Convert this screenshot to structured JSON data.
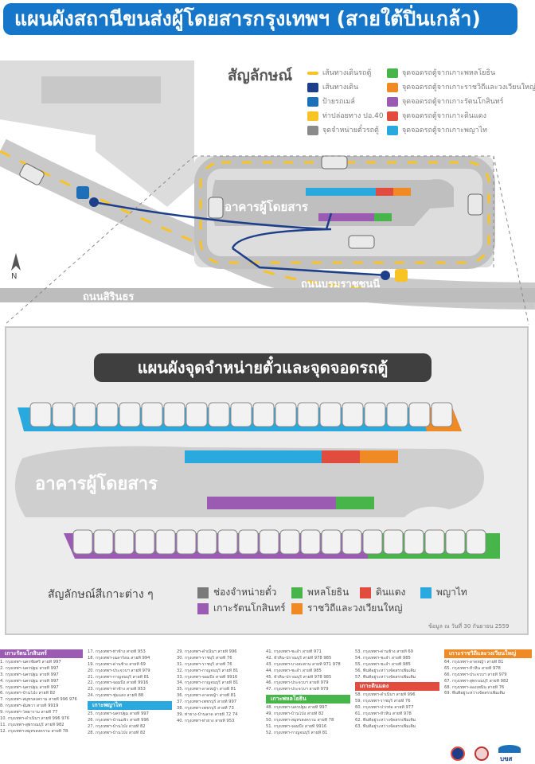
{
  "title": "แผนผังสถานีขนส่งผู้โดยสารกรุงเทพฯ (สายใต้ปิ่นเกล้า)",
  "map": {
    "legend_title": "สัญลักษณ์",
    "legend_left": [
      {
        "label": "เส้นทางเดินรถตู้",
        "icon": "yellow-dash-icon",
        "color": "#f7c325"
      },
      {
        "label": "เส้นทางเดิน",
        "icon": "walking-person-icon",
        "color": "#1d3f8a"
      },
      {
        "label": "ป้ายรถเมล์",
        "icon": "bus-stop-icon",
        "color": "#1d6fb8"
      },
      {
        "label": "ท่าปล่อยทาง ปอ.40",
        "icon": "bus-yellow-icon",
        "color": "#f7c325"
      },
      {
        "label": "จุดจำหน่ายตั๋วรถตู้",
        "icon": "ticket-icon",
        "color": "#8a8a8a"
      }
    ],
    "legend_right": [
      {
        "label": "จุดจอดรถตู้จากเกาะพหลโยธิน",
        "color": "#47b54a"
      },
      {
        "label": "จุดจอดรถตู้จากเกาะราชวิถีและวงเวียนใหญ่",
        "color": "#f08a24"
      },
      {
        "label": "จุดจอดรถตู้จากเกาะรัตนโกสินทร์",
        "color": "#9b5bb3"
      },
      {
        "label": "จุดจอดรถตู้จากเกาะดินแดง",
        "color": "#e24c3f"
      },
      {
        "label": "จุดจอดรถตู้จากเกาะพญาไท",
        "color": "#2aa9df"
      }
    ],
    "building_label": "อาคารผู้โดยสาร",
    "road_left": "ถนนสิรินธร",
    "road_right": "ถนนบรมราชชนนี",
    "north": "N"
  },
  "panel": {
    "title": "แผนผังจุดจำหน่ายตั๋วและจุดจอดรถตู้",
    "building_label": "อาคารผู้โดยสาร",
    "legend_label": "สัญลักษณ์สีเกาะต่าง ๆ",
    "legend_items": [
      {
        "label": "ช่องจำหน่ายตั๋ว",
        "color": "#7a7a7a"
      },
      {
        "label": "พหลโยธิน",
        "color": "#47b54a"
      },
      {
        "label": "ดินแดง",
        "color": "#e24c3f"
      },
      {
        "label": "พญาไท",
        "color": "#2aa9df"
      },
      {
        "label": "เกาะรัตนโกสินทร์",
        "color": "#9b5bb3"
      },
      {
        "label": "ราชวิถีและวงเวียนใหญ่",
        "color": "#f08a24"
      }
    ],
    "date_note": "ข้อมูล ณ วันที่ 30 กันยายน 2559"
  },
  "routes": {
    "col1": {
      "head": "เกาะรัตนโกสินทร์",
      "color": "#9b5bb3",
      "rows": [
        "1. กรุงเทพฯ-นครชัยศรี สายที่ 997",
        "2. กรุงเทพฯ-นครปฐม สายที่ 997",
        "3. กรุงเทพฯ-นครปฐม สายที่ 997",
        "4. กรุงเทพฯ-นครปฐม สายที่ 997",
        "5. กรุงเทพฯ-นครปฐม สายที่ 997",
        "6. กรุงเทพฯ-บ้านโป่ง สายที่ 82",
        "7. กรุงเทพฯ-สมุทรสงคราม สายที่ 996 976",
        "8. กรุงเทพฯ-อัมพวา สายที่ 9919",
        "9. กรุงเทพฯ-โพธาราม สายที่ 77",
        "10. กรุงเทพฯ-ดำเนินฯ สายที่ 996 976",
        "11. กรุงเทพฯ-สุพรรณบุรี สายที่ 982",
        "12. กรุงเทพฯ-สมุทรสงคราม สายที่ 78"
      ]
    },
    "col2": {
      "head": "เกาะพญาไท",
      "color": "#2aa9df",
      "rows": [
        "17. กรุงเทพฯ-ท่าช้าง สายที่ 953",
        "18. กรุงเทพฯ-เฉลาร้อน สายที่ 994",
        "19. กรุงเทพฯ-ด่านช้าง สายที่ 69",
        "20. กรุงเทพฯ-ประจวบฯ สายที่ 979",
        "21. กรุงเทพฯ-กาญจนบุรี สายที่ 81",
        "22. กรุงเทพฯ-จอมบึง สายที่ 9916",
        "23. กรุงเทพฯ-ท่าช้าง สายที่ 953",
        "24. กรุงเทพฯ-ชุ่มแสง สายที่ 88",
        "25. กรุงเทพฯ-นครปฐม สายที่ 997",
        "26. กรุงเทพฯ-บ้านแพ้ว สายที่ 996",
        "27. กรุงเทพฯ-บ้านโป่ง สายที่ 82",
        "28. กรุงเทพฯ-บ้านโป่ง สายที่ 82"
      ]
    },
    "col3": {
      "rows": [
        "29. กรุงเทพฯ-ดำเนินฯ สายที่ 996",
        "30. กรุงเทพฯ-ราชบุรี สายที่ 76",
        "31. กรุงเทพฯ-ราชบุรี สายที่ 76",
        "32. กรุงเทพฯ-กาญจนบุรี สายที่ 81",
        "33. กรุงเทพฯ-จอมบึง สายที่ 9916",
        "34. กรุงเทพฯ-กาญจนบุรี สายที่ 81",
        "35. กรุงเทพฯ-ลาดหญ้า สายที่ 81",
        "36. กรุงเทพฯ-ลาดหญ้า สายที่ 81",
        "37. กรุงเทพฯ-เพชรบุรี สายที่ 997",
        "38. กรุงเทพฯ-เพชรบุรี สายที่ 73",
        "39. ท่ายาง-บ้านลาด สายที่ 72 74",
        "40. กรุงเทพฯ-ท่ายาง สายที่ 953"
      ]
    },
    "col4": {
      "head": "เกาะพหลโยธิน",
      "color": "#47b54a",
      "rows": [
        "41. กรุงเทพฯ-ชะอำ สายที่ 971",
        "42. หัวหิน-ปราณบุรี สายที่ 978 985",
        "43. กรุงเทพฯ-บางสะพาน สายที่ 971 978",
        "44. กรุงเทพฯ-ชะอำ สายที่ 985",
        "45. หัวหิน-ปราณบุรี สายที่ 978 985",
        "46. กรุงเทพฯ-ประจวบฯ สายที่ 979",
        "47. กรุงเทพฯ-ประจวบฯ สายที่ 979",
        "48. กรุงเทพฯ-นครปฐม สายที่ 997",
        "49. กรุงเทพฯ-บ้านโป่ง สายที่ 82",
        "50. กรุงเทพฯ-สมุทรสงคราม สายที่ 78",
        "51. กรุงเทพฯ-จอมบึง สายที่ 9916",
        "52. กรุงเทพฯ-กาญจนบุรี สายที่ 81"
      ]
    },
    "col5": {
      "head": "เกาะดินแดง",
      "color": "#e24c3f",
      "rows": [
        "53. กรุงเทพฯ-ด่านช้าง สายที่ 69",
        "54. กรุงเทพฯ-ชะอำ สายที่ 985",
        "55. กรุงเทพฯ-ชะอำ สายที่ 985",
        "56. พื้นที่อยู่ระหว่างจัดสรรเพิ่มเติม",
        "57. พื้นที่อยู่ระหว่างจัดสรรเพิ่มเติม",
        "58. กรุงเทพฯ-ดำเนินฯ สายที่ 996",
        "59. กรุงเทพฯ-ราชบุรี สายที่ 76",
        "60. กรุงเทพฯ-ปากท่อ สายที่ 977",
        "61. กรุงเทพฯ-หัวหิน สายที่ 978",
        "62. พื้นที่อยู่ระหว่างจัดสรรเพิ่มเติม",
        "63. พื้นที่อยู่ระหว่างจัดสรรเพิ่มเติม"
      ]
    },
    "col6": {
      "head": "เกาะราชวิถีและวงเวียนใหญ่",
      "color": "#f08a24",
      "rows": [
        "64. กรุงเทพฯ-ลาดหญ้า สายที่ 81",
        "65. กรุงเทพฯ-หัวหิน สายที่ 978",
        "66. กรุงเทพฯ-ประจวบฯ สายที่ 979",
        "67. กรุงเทพฯ-สุพรรณบุรี สายที่ 982",
        "68. กรุงเทพฯ-ลองเพนิน สายที่ 76",
        "69. พื้นที่อยู่ระหว่างจัดสรรเพิ่มเติม"
      ]
    }
  },
  "logo_text": "บขส"
}
